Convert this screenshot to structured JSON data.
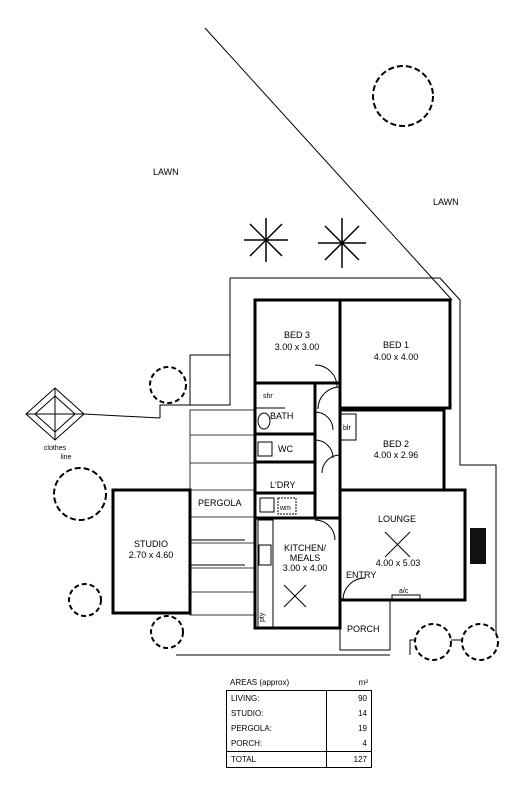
{
  "labels": {
    "lawn_left": "LAWN",
    "lawn_right": "LAWN",
    "bed3": "BED 3",
    "bed3_size": "3.00 x 3.00",
    "bed1": "BED 1",
    "bed1_size": "4.00 x 4.00",
    "bed2": "BED 2",
    "bed2_size": "4.00 x 2.96",
    "shr": "shr",
    "blr": "blr",
    "bath": "BATH",
    "wc": "WC",
    "ldry": "L'DRY",
    "wm": "wm",
    "pergola": "PERGOLA",
    "studio": "STUDIO",
    "studio_size": "2.70 x 4.60",
    "kitchen_1": "KITCHEN/",
    "kitchen_2": "MEALS",
    "kitchen_size": "3.00 x 4.00",
    "lounge": "LOUNGE",
    "lounge_size": "4.00 x 5.03",
    "entry": "ENTRY",
    "ac": "a/c",
    "porch": "PORCH",
    "clothes_1": "clothes",
    "clothes_2": "line",
    "pantry": "pty"
  },
  "areas": {
    "title": "AREAS (approx)",
    "unit": "m²",
    "rows": [
      {
        "name": "LIVING:",
        "value": "90"
      },
      {
        "name": "STUDIO:",
        "value": "14"
      },
      {
        "name": "PERGOLA:",
        "value": "19"
      },
      {
        "name": "PORCH:",
        "value": "4"
      }
    ],
    "total_label": "TOTAL",
    "total_value": "127"
  },
  "colors": {
    "ink": "#000000",
    "paper": "#ffffff",
    "fireplace": "#111111"
  }
}
